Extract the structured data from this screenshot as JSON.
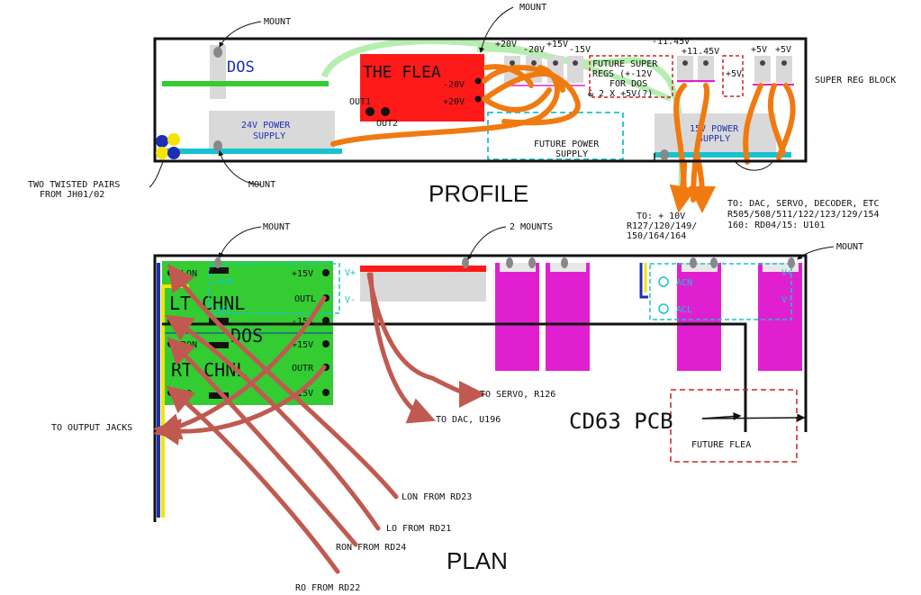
{
  "profile": {
    "title": "PROFILE",
    "mount_labels": [
      "MOUNT",
      "MOUNT",
      "MOUNT"
    ],
    "dos": "DOS",
    "flea": "THE FLEA",
    "flea_pins": [
      "-20V",
      "+20V"
    ],
    "out_pins": [
      "OUT1",
      "OUT2"
    ],
    "ps24": [
      "24V POWER",
      "SUPPLY"
    ],
    "ps15": [
      "15V POWER",
      "SUPPLY"
    ],
    "future_ps": [
      "FUTURE POWER",
      "SUPPLY"
    ],
    "future_regs": [
      "FUTURE SUPER",
      "REGS (+-12V",
      "FOR DOS",
      "& 2 X +5V(?)"
    ],
    "reg_labels": [
      "+20V",
      "-20V",
      "+15V",
      "-15V",
      "-11.45V",
      "+11.45V",
      "+5V",
      "+5V",
      "+5V"
    ],
    "super_reg": "SUPER REG BLOCK",
    "twisted": [
      "TWO TWISTED PAIRS",
      "FROM JH01/02"
    ],
    "to_10v": [
      "TO: + 10V",
      "R127/120/149/",
      "150/164/164"
    ],
    "to_dac": [
      "TO: DAC, SERVO, DECODER, ETC",
      "R505/508/511/122/123/129/154",
      "160:   RD04/15: U101"
    ]
  },
  "plan": {
    "title": "PLAN",
    "mount_labels": [
      "MOUNT",
      "2 MOUNTS",
      "MOUNT"
    ],
    "lt_chnl": "LT CHNL",
    "rt_chnl": "RT CHNL",
    "dos": "DOS",
    "left_pins": [
      "LON",
      "LO",
      "RON",
      "RO"
    ],
    "right_pins": [
      "+15V",
      "OUTL",
      "-15V",
      "+15V",
      "OUTR",
      "-15V"
    ],
    "acn": "ACN",
    "acl": "ACL",
    "vplus": "V+",
    "vminus": "V-",
    "to_output": "TO OUTPUT JACKS",
    "to_servo": "TO SERVO, R126",
    "to_dac": "TO DAC, U196",
    "pcb": "CD63 PCB",
    "future_flea": "FUTURE FLEA",
    "sources": [
      "LON FROM RD23",
      "LO FROM RD21",
      "RON FROM RD24",
      "RO FROM RD22"
    ]
  },
  "colors": {
    "green": "#33cc33",
    "red": "#ff1a1a",
    "orange": "#f07a10",
    "light_green": "#b6eeb0",
    "cyan": "#17c3d0",
    "magenta": "#e020d0",
    "wire_red": "#c05a50",
    "grey": "#d9d9d9",
    "blue": "#1b2fb5",
    "yellow": "#f4e400"
  }
}
